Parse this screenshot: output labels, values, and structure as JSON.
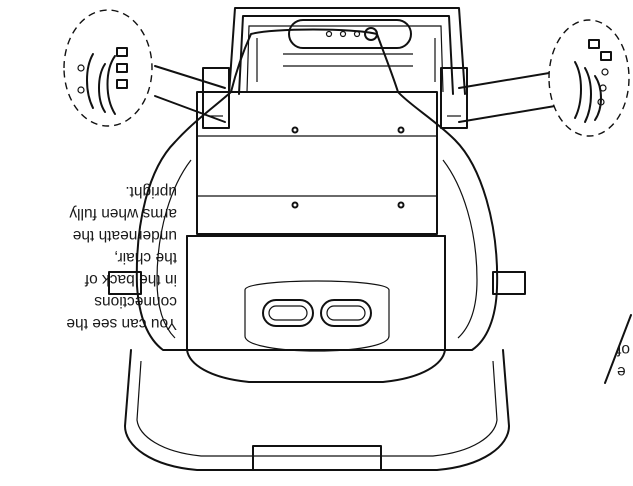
{
  "captions": {
    "left": [
      "You can see the",
      "connections",
      "in the back of",
      "the chair,",
      "underneath the",
      "arms when fully",
      "upright."
    ],
    "right_fragment": [
      "e",
      "of"
    ]
  },
  "icons": [
    "zoom-callout-left",
    "zoom-callout-right",
    "massage-chair-back-drawing"
  ]
}
